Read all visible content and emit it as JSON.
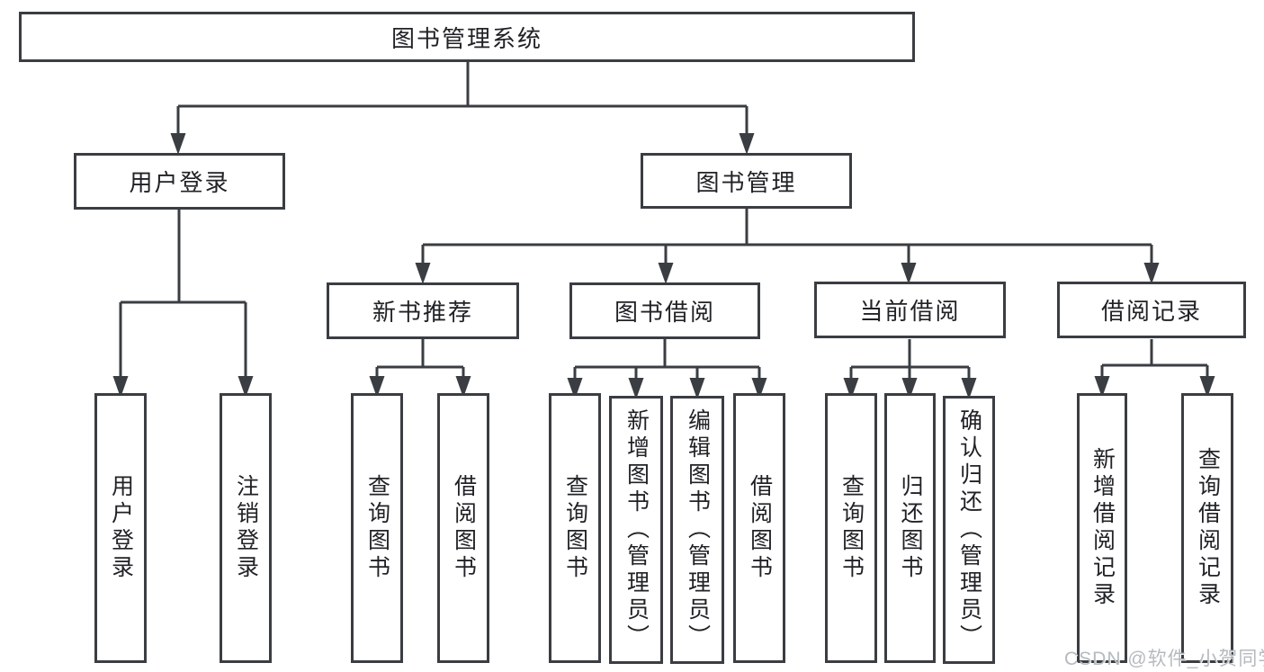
{
  "diagram": {
    "type": "hierarchy-tree",
    "nodes": {
      "root": "图书管理系统",
      "user_login": "用户登录",
      "book_mgmt": "图书管理",
      "new_book_rec": "新书推荐",
      "book_borrow": "图书借阅",
      "current_borrow": "当前借阅",
      "borrow_record": "借阅记录",
      "leaf_user_login": "用户登录",
      "leaf_logout": "注销登录",
      "leaf_query_book_rec": "查询图书",
      "leaf_borrow_book_rec": "借阅图书",
      "leaf_query_book_borrow": "查询图书",
      "leaf_add_book_admin": "新增图书（管理员）",
      "leaf_edit_book_admin": "编辑图书（管理员）",
      "leaf_borrow_book_borrow": "借阅图书",
      "leaf_query_book_current": "查询图书",
      "leaf_return_book": "归还图书",
      "leaf_confirm_return_admin": "确认归还（管理员）",
      "leaf_add_borrow_record": "新增借阅记录",
      "leaf_query_borrow_record": "查询借阅记录"
    },
    "edges": [
      {
        "parent": "图书管理系统",
        "children": [
          "用户登录",
          "图书管理"
        ]
      },
      {
        "parent": "用户登录",
        "children": [
          "用户登录",
          "注销登录"
        ]
      },
      {
        "parent": "图书管理",
        "children": [
          "新书推荐",
          "图书借阅",
          "当前借阅",
          "借阅记录"
        ]
      },
      {
        "parent": "新书推荐",
        "children": [
          "查询图书",
          "借阅图书"
        ]
      },
      {
        "parent": "图书借阅",
        "children": [
          "查询图书",
          "新增图书（管理员）",
          "编辑图书（管理员）",
          "借阅图书"
        ]
      },
      {
        "parent": "当前借阅",
        "children": [
          "查询图书",
          "归还图书",
          "确认归还（管理员）"
        ]
      },
      {
        "parent": "借阅记录",
        "children": [
          "新增借阅记录",
          "查询借阅记录"
        ]
      }
    ],
    "colors": {
      "line": "#3a3d42",
      "box_border": "#3a3d42",
      "box_fill": "#ffffff",
      "text": "#202226",
      "background": "#ffffff"
    }
  },
  "watermark": {
    "text": "CSDN @软件_小贺同学"
  }
}
